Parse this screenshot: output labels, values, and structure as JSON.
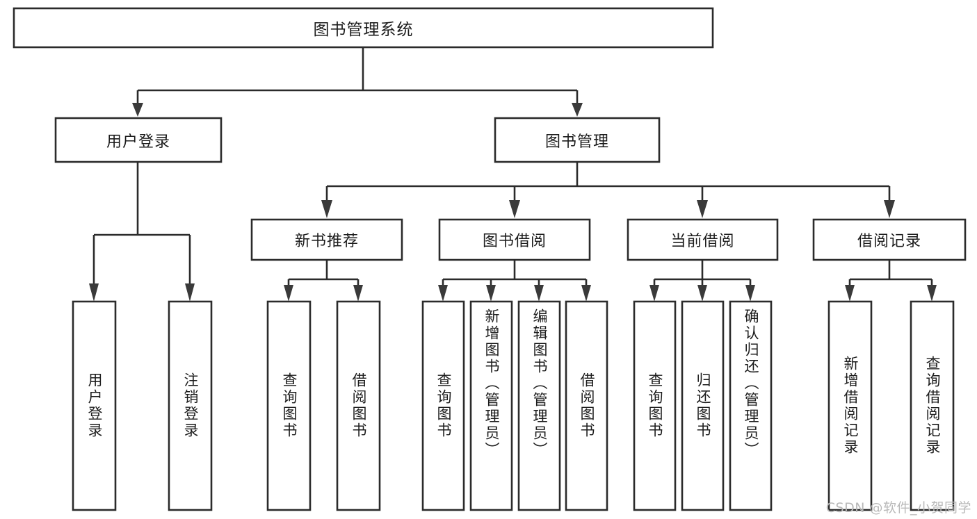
{
  "diagram": {
    "type": "tree",
    "title": "图书管理系统",
    "orientation": "top-down",
    "colors": {
      "box_stroke": "#2b2b2b",
      "box_fill": "#ffffff",
      "connector": "#2b2b2b",
      "text": "#1c1c1c",
      "watermark": "#b9b9b9",
      "background": "#ffffff"
    },
    "root": {
      "label": "图书管理系统"
    },
    "level1": [
      {
        "label": "用户登录"
      },
      {
        "label": "图书管理"
      }
    ],
    "level2": [
      {
        "label": "新书推荐"
      },
      {
        "label": "图书借阅"
      },
      {
        "label": "当前借阅"
      },
      {
        "label": "借阅记录"
      }
    ],
    "leaves": {
      "user_login": [
        {
          "label": "用户登录"
        },
        {
          "label": "注销登录"
        }
      ],
      "new_book": [
        {
          "label": "查询图书"
        },
        {
          "label": "借阅图书"
        }
      ],
      "book_borrow": [
        {
          "label": "查询图书"
        },
        {
          "label": "新增图书（管理员）"
        },
        {
          "label": "编辑图书（管理员）"
        },
        {
          "label": "借阅图书"
        }
      ],
      "current_borrow": [
        {
          "label": "查询图书"
        },
        {
          "label": "归还图书"
        },
        {
          "label": "确认归还（管理员）"
        }
      ],
      "borrow_record": [
        {
          "label": "新增借阅记录"
        },
        {
          "label": "查询借阅记录"
        }
      ]
    }
  },
  "watermark": {
    "text": "CSDN @软件_小贺同学"
  }
}
